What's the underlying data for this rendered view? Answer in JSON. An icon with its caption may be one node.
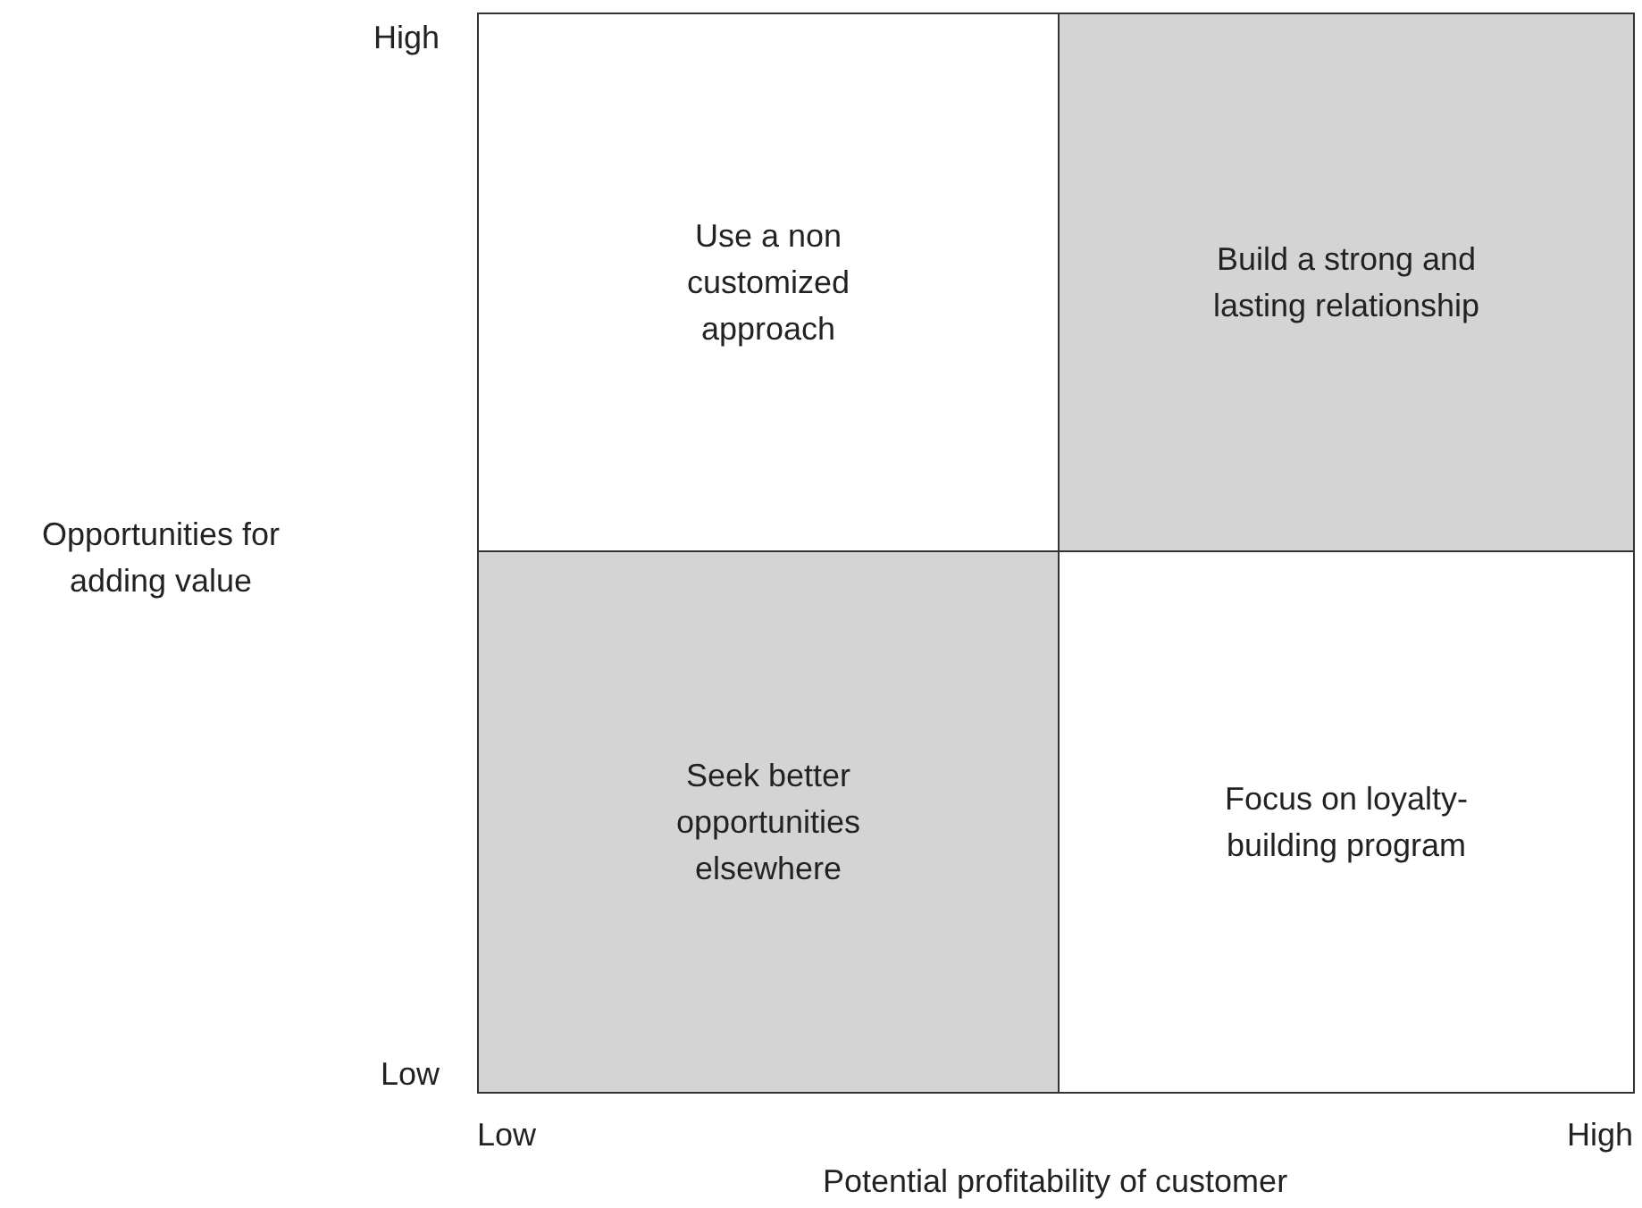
{
  "diagram": {
    "nodes": [
      {
        "text": [
          "Use a non customized approach"
        ]
      },
      {
        "text": [
          "Build a strong and lasting relationship"
        ]
      },
      {
        "text": [
          "Seek better opportunities elsewhere"
        ]
      },
      {
        "text": [
          "Focus on loyalty-building program"
        ]
      }
    ],
    "labels": [
      "High",
      "Opportunities for adding value",
      "Low",
      "Low",
      "High",
      "Potential profitability of customer"
    ]
  }
}
